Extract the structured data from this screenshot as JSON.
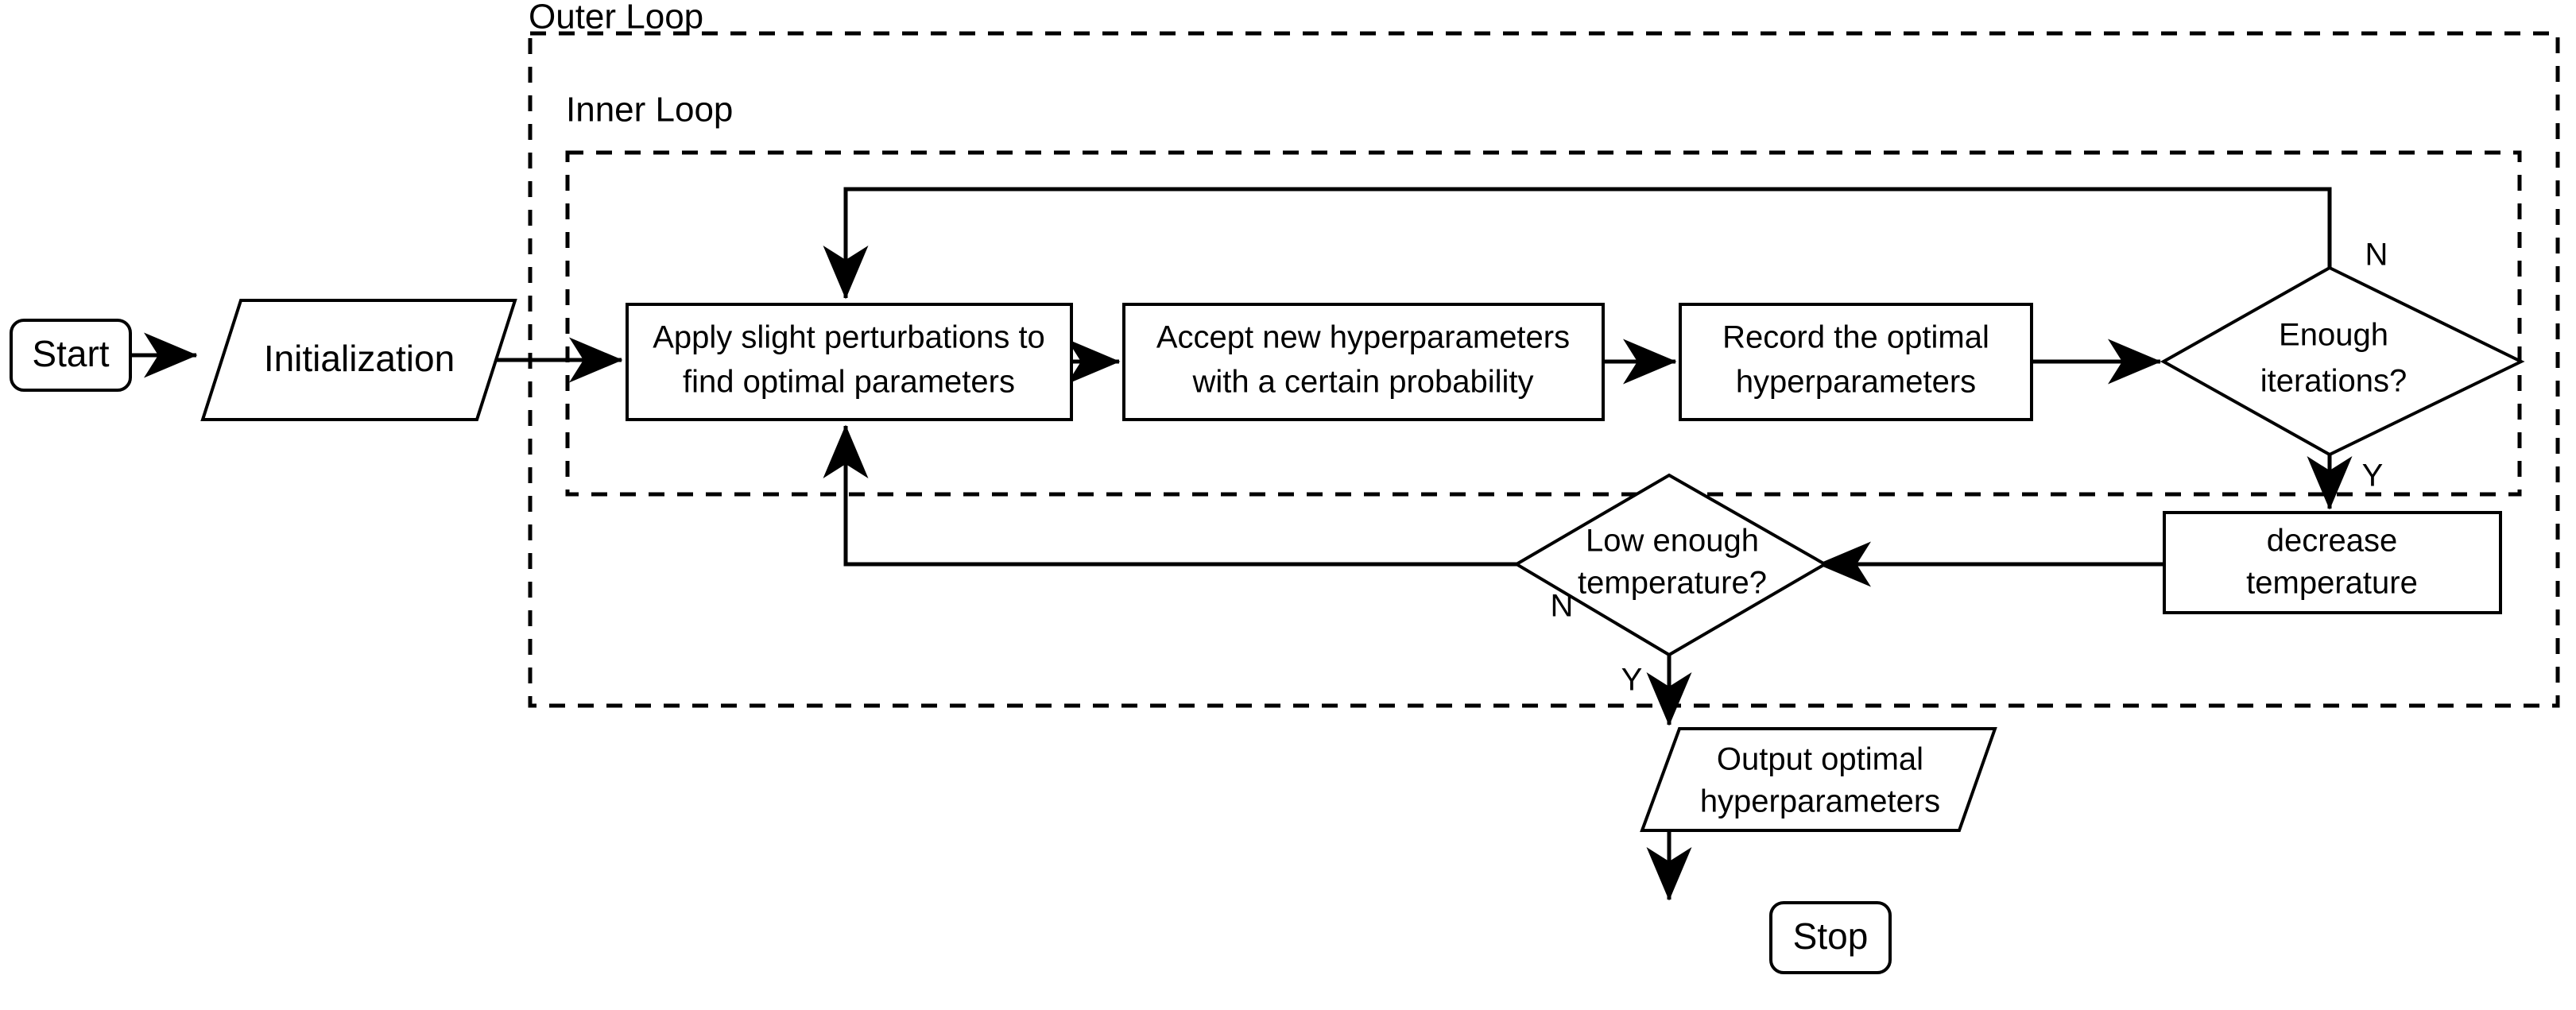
{
  "diagram": {
    "title": "Simulated annealing hyperparameter optimization flowchart",
    "background_color": "#ffffff",
    "stroke_color": "#000000"
  },
  "groups": [
    {
      "id": "outer",
      "label": "Outer Loop"
    },
    {
      "id": "inner",
      "label": "Inner Loop"
    }
  ],
  "nodes": {
    "start": {
      "label": "Start",
      "shape": "terminator"
    },
    "initialization": {
      "label": "Initialization",
      "shape": "parallelogram"
    },
    "perturb": {
      "line1": "Apply slight perturbations to",
      "line2": "find optimal parameters",
      "shape": "process"
    },
    "accept": {
      "line1": "Accept new hyperparameters",
      "line2": "with a certain probability",
      "shape": "process"
    },
    "record": {
      "line1": "Record the optimal",
      "line2": "hyperparameters",
      "shape": "process"
    },
    "enough_iterations": {
      "line1": "Enough",
      "line2": "iterations?",
      "shape": "decision"
    },
    "decrease_temperature": {
      "line1": "decrease",
      "line2": "temperature",
      "shape": "process"
    },
    "low_temperature": {
      "line1": "Low enough",
      "line2": "temperature?",
      "shape": "decision"
    },
    "output": {
      "line1": "Output optimal",
      "line2": "hyperparameters",
      "shape": "parallelogram"
    },
    "stop": {
      "label": "Stop",
      "shape": "terminator"
    }
  },
  "edge_labels": {
    "iterations_no": "N",
    "iterations_yes": "Y",
    "temperature_no": "N",
    "temperature_yes": "Y"
  }
}
